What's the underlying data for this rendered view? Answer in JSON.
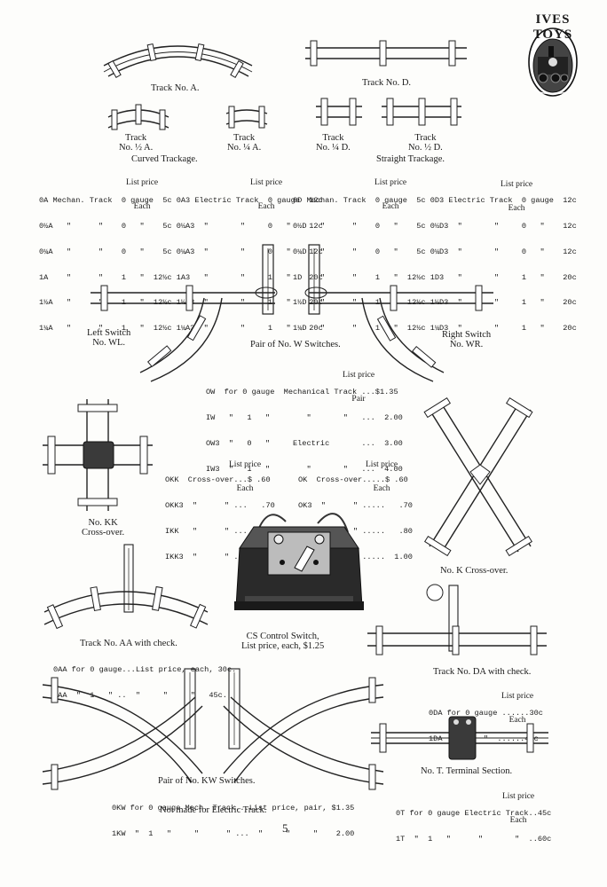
{
  "logo": {
    "text": "IVES TOYS"
  },
  "page_number": "5",
  "curved_section": {
    "track_a": "Track No. A.",
    "track_half_a": [
      "Track",
      "No. ½ A."
    ],
    "track_quarter_a": [
      "Track",
      "No. ¼ A."
    ],
    "heading": "Curved Trackage.",
    "price_head_1": [
      "List price",
      "Each"
    ],
    "price_head_2": [
      "List price",
      "Each"
    ],
    "rows": [
      "0A Mechan. Track  0 gauge  5c 0A3 Electric Track  0 gauge  12c",
      "0½A   \"      \"    0   \"    5c 0½A3  \"       \"     0   \"    12c",
      "0¼A   \"      \"    0   \"    5c 0¼A3  \"       \"     0   \"    12c",
      "1A    \"      \"    1   \"  12½c 1A3   \"       \"     1   \"    20c",
      "1½A   \"      \"    1   \"  12½c 1½A3  \"       \"     1   \"    20c",
      "1¼A   \"      \"    1   \"  12½c 1¼A3  \"       \"     1   \"    20c"
    ]
  },
  "straight_section": {
    "track_d": "Track No. D.",
    "track_quarter_d": [
      "Track",
      "No. ¼ D."
    ],
    "track_half_d": [
      "Track",
      "No. ½ D."
    ],
    "heading": "Straight Trackage.",
    "price_head_1": [
      "List price",
      "Each"
    ],
    "price_head_2": [
      "List price",
      "Each"
    ],
    "rows": [
      "0D Mechan. Track  0 gauge  5c 0D3 Electric Track  0 gauge  12c",
      "0½D   \"      \"    0   \"    5c 0½D3  \"       \"     0   \"    12c",
      "0¼D   \"      \"    0   \"    5c 0¼D3  \"       \"     0   \"    12c",
      "1D    \"      \"    1   \"  12½c 1D3   \"       \"     1   \"    20c",
      "1½D   \"      \"    1   \"  12½c 1½D3  \"       \"     1   \"    20c",
      "1¼D   \"      \"    1   \"  12½c 1¼D3  \"       \"     1   \"    20c"
    ]
  },
  "switches": {
    "left": [
      "Left Switch",
      "No. WL."
    ],
    "right": [
      "Right Switch",
      "No. WR."
    ],
    "pair": "Pair of No. W Switches.",
    "price_head": [
      "List price",
      "Pair"
    ],
    "rows": [
      "OW  for 0 gauge  Mechanical Track ...$1.35",
      "IW   \"   1   \"        \"       \"   ...  2.00",
      "OW3  \"   0   \"     Electric       ...  3.00",
      "IW3  \"   1   \"        \"       \"   ...  4.00"
    ]
  },
  "crossovers": {
    "kk": [
      "No. KK",
      "Cross-over."
    ],
    "kk_price_head": [
      "List price",
      "Each"
    ],
    "kk_rows": [
      "OKK  Cross-over...$ .60",
      "OKK3  \"      \" ...   .70",
      "IKK   \"      \" ...   .80",
      "IKK3  \"      \" ...  1.00"
    ],
    "k_price_head": [
      "List price",
      "Each"
    ],
    "k_rows": [
      "OK  Cross-over.....$ .60",
      "OK3  \"      \" .....   .70",
      "IK   \"      \" .....   .80",
      "IK3  \"      \" .....  1.00"
    ],
    "k": "No. K Cross-over."
  },
  "track_aa": {
    "caption": "Track No. AA with check.",
    "rows": [
      "0AA for 0 gauge...List price, each, 30c.",
      "1AA  \"  1   \" ..  \"     \"     \"   45c."
    ]
  },
  "control_switch": {
    "caption": [
      "CS Control Switch,",
      "List price, each, $1.25"
    ]
  },
  "track_da": {
    "caption": "Track No. DA with check.",
    "price_head": [
      "List price",
      "Each"
    ],
    "rows": [
      "0DA for 0 gauge ......30c",
      "1DA  \"  1   \"  ......45c"
    ]
  },
  "kw_switches": {
    "caption": "Pair of No. KW Switches.",
    "rows": [
      "0KW for 0 gauge Mech. Track...List price, pair, $1.35",
      "1KW  \"  1   \"     \"      \" ...  \"     \"     \"    2.00"
    ],
    "note": "Not made for Electric Track."
  },
  "terminal": {
    "caption": "No. T. Terminal Section.",
    "price_head": [
      "List price",
      "Each"
    ],
    "rows": [
      "0T for 0 gauge Electric Track..45c",
      "1T  \"  1   \"      \"       \"  ..60c"
    ]
  }
}
